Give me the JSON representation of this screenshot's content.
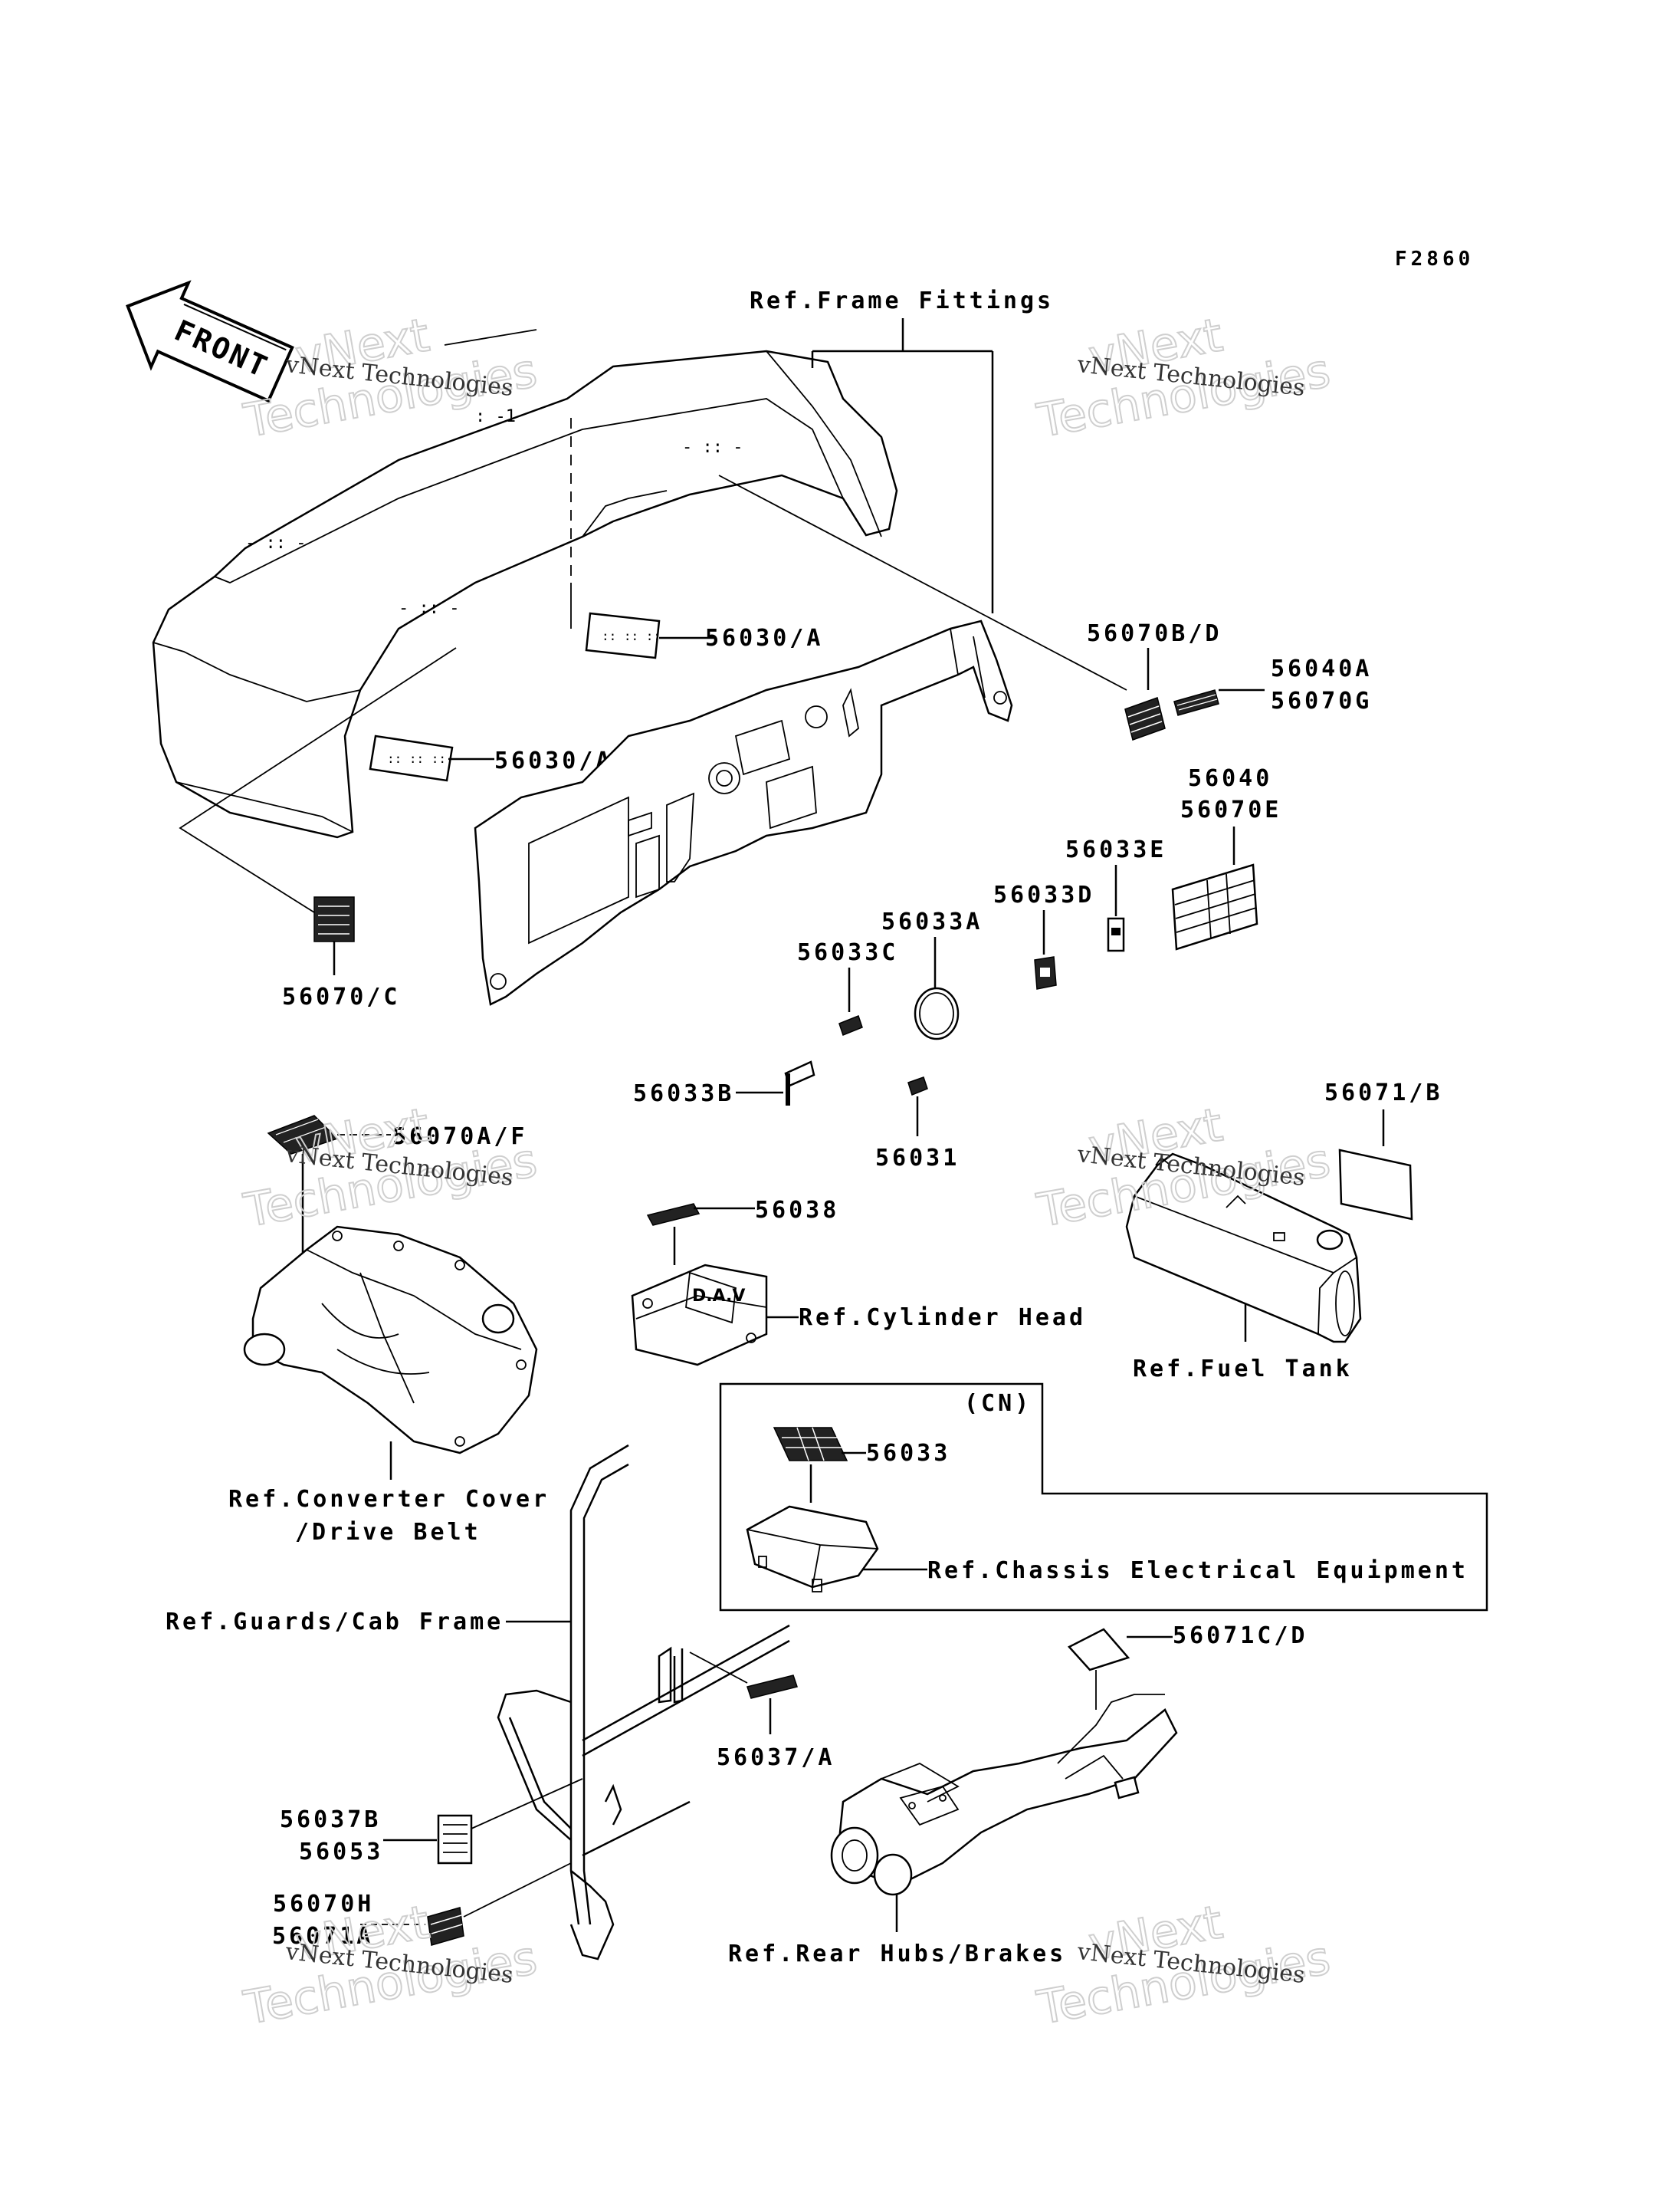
{
  "figure_id": "F2860",
  "front_arrow_label": "FRONT",
  "watermark": {
    "line1": "vNext Technologies",
    "big": "vNext",
    "big2": "Technologies"
  },
  "labels": {
    "ref_frame_fittings": "Ref.Frame Fittings",
    "p56030a_1": "56030/A",
    "p56030a_2": "56030/A",
    "p56070bd": "56070B/D",
    "p56040a": "56040A",
    "p56070g": "56070G",
    "p56040": "56040",
    "p56070e": "56070E",
    "p56033e": "56033E",
    "p56033d": "56033D",
    "p56033a": "56033A",
    "p56033c": "56033C",
    "p56070c": "56070/C",
    "p56033b": "56033B",
    "p56031": "56031",
    "p56071b": "56071/B",
    "p56070af": "56070A/F",
    "p56038": "56038",
    "ref_cylinder_head": "Ref.Cylinder Head",
    "ref_fuel_tank": "Ref.Fuel Tank",
    "cn": "(CN)",
    "p56033": "56033",
    "ref_chassis_electrical": "Ref.Chassis Electrical Equipment",
    "ref_converter_cover": "Ref.Converter Cover",
    "ref_drive_belt": "/Drive Belt",
    "ref_guards_cab": "Ref.Guards/Cab Frame",
    "p56071cd": "56071C/D",
    "p56037a": "56037/A",
    "p56037b": "56037B",
    "p56053": "56053",
    "p56070h": "56070H",
    "p56071a": "56071A",
    "ref_rear_hubs": "Ref.Rear Hubs/Brakes"
  }
}
